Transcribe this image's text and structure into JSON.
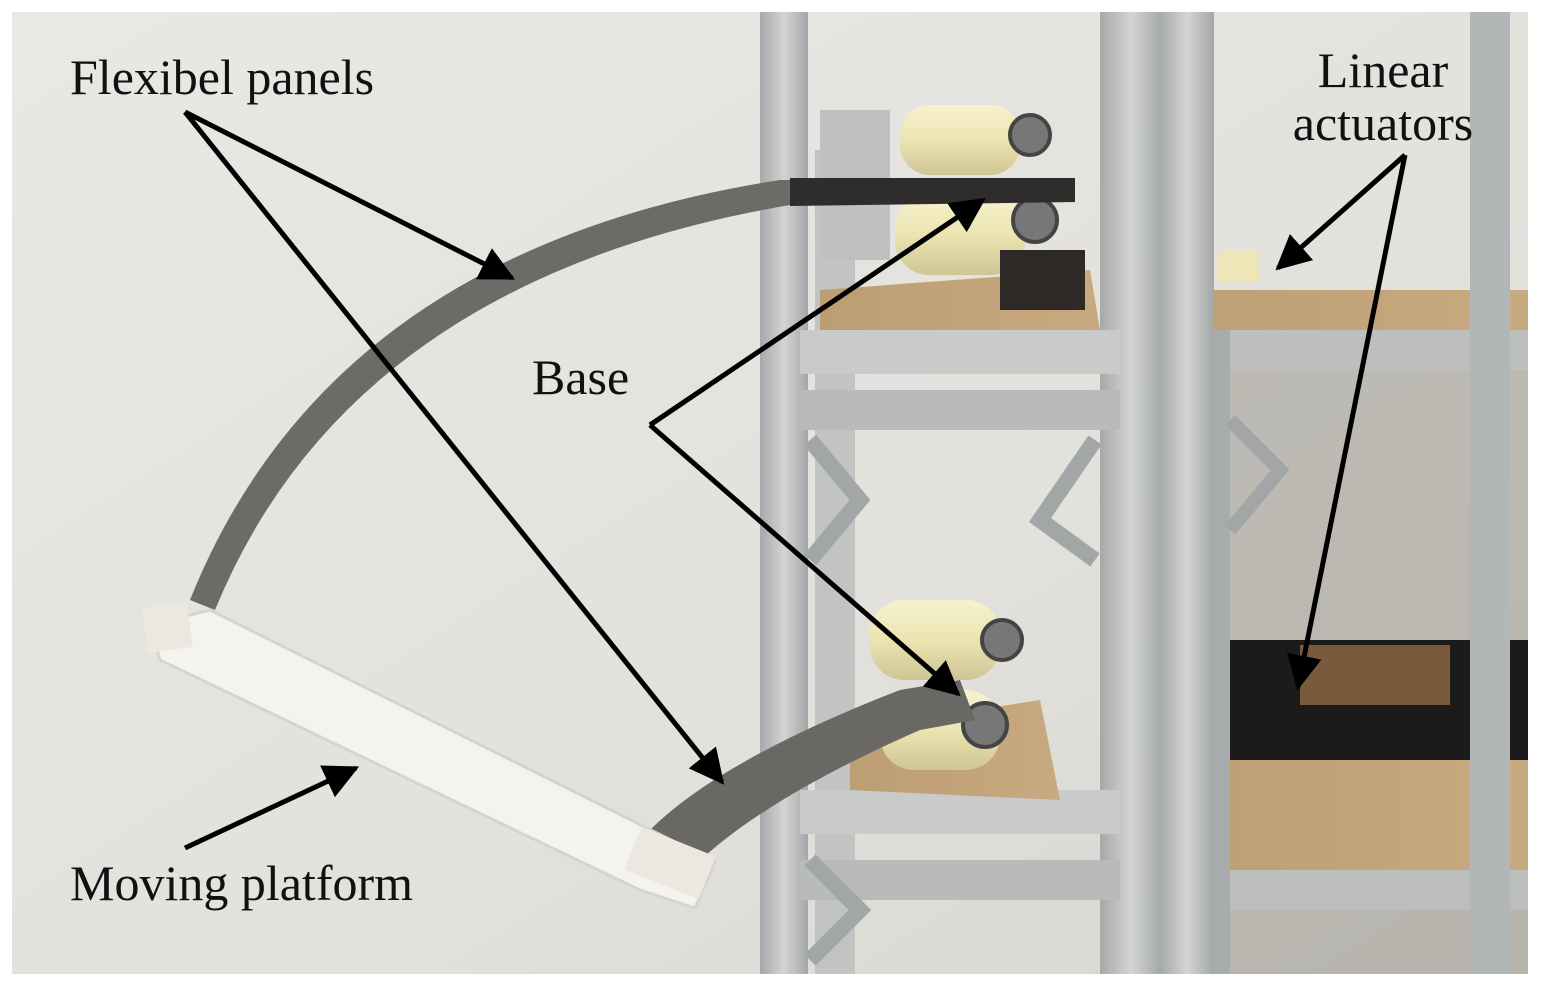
{
  "labels": {
    "flexible_panels": "Flexibel panels",
    "base": "Base",
    "linear_actuators_line1": "Linear",
    "linear_actuators_line2": "actuators",
    "moving_platform": "Moving platform"
  },
  "colors": {
    "wall": "#e4e3df",
    "frame": "#b9bcbc",
    "panel": "#6e6c69",
    "roller": "#efe8b8",
    "wood": "#b9976d",
    "arrow": "#000000",
    "platform": "#f3f2ee"
  }
}
